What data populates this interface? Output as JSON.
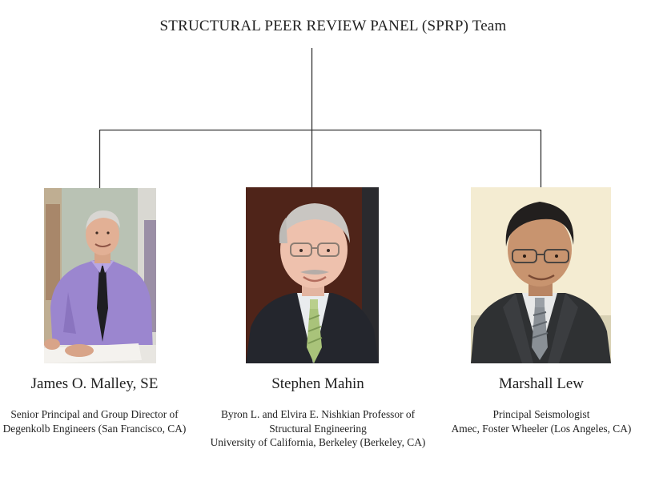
{
  "title": "STRUCTURAL PEER REVIEW PANEL (SPRP) Team",
  "members": [
    {
      "name": "James O. Malley, SE",
      "lines": [
        "Senior Principal and Group Director of",
        "Degenkolb Engineers (San Francisco, CA)"
      ],
      "photo": "portrait-man-purple-shirt"
    },
    {
      "name": "Stephen Mahin",
      "lines": [
        "Byron L. and Elvira E. Nishkian Professor of",
        "Structural Engineering",
        "University of California, Berkeley (Berkeley, CA)"
      ],
      "photo": "portrait-man-glasses-suit"
    },
    {
      "name": "Marshall Lew",
      "lines": [
        "Principal Seismologist",
        "Amec, Foster Wheeler (Los Angeles, CA)"
      ],
      "photo": "portrait-man-glasses-dark-suit"
    }
  ],
  "colors": {
    "line": "#333333",
    "text": "#222222"
  }
}
